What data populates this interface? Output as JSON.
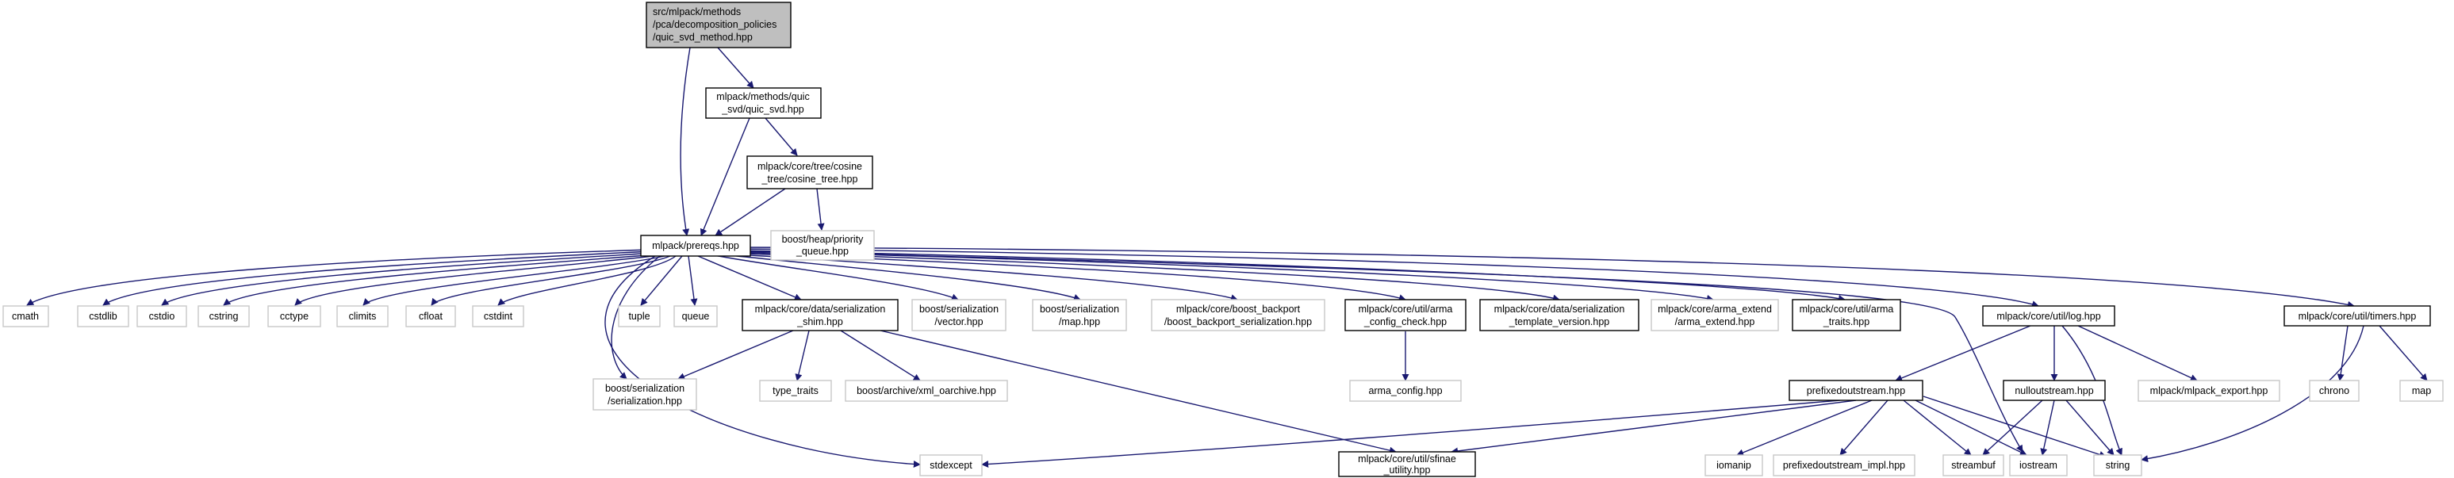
{
  "colors": {
    "edge": "#191970",
    "root_fill": "#bfbfbf",
    "local_border": "#000000",
    "system_border": "#c8c8c8"
  },
  "nodes": {
    "root": [
      "src/mlpack/methods",
      "/pca/decomposition_policies",
      "/quic_svd_method.hpp"
    ],
    "quic_svd": [
      "mlpack/methods/quic",
      "_svd/quic_svd.hpp"
    ],
    "cosine_tree": [
      "mlpack/core/tree/cosine",
      "_tree/cosine_tree.hpp"
    ],
    "priority_queue": [
      "boost/heap/priority",
      "_queue.hpp"
    ],
    "prereqs": [
      "mlpack/prereqs.hpp"
    ],
    "cmath": [
      "cmath"
    ],
    "cstdlib": [
      "cstdlib"
    ],
    "cstdio": [
      "cstdio"
    ],
    "cstring": [
      "cstring"
    ],
    "cctype": [
      "cctype"
    ],
    "climits": [
      "climits"
    ],
    "cfloat": [
      "cfloat"
    ],
    "cstdint": [
      "cstdint"
    ],
    "tuple": [
      "tuple"
    ],
    "queue": [
      "queue"
    ],
    "serialization_shim": [
      "mlpack/core/data/serialization",
      "_shim.hpp"
    ],
    "boost_vector": [
      "boost/serialization",
      "/vector.hpp"
    ],
    "boost_map": [
      "boost/serialization",
      "/map.hpp"
    ],
    "boost_backport": [
      "mlpack/core/boost_backport",
      "/boost_backport_serialization.hpp"
    ],
    "arma_config_check": [
      "mlpack/core/util/arma",
      "_config_check.hpp"
    ],
    "serialization_template": [
      "mlpack/core/data/serialization",
      "_template_version.hpp"
    ],
    "arma_extend": [
      "mlpack/core/arma_extend",
      "/arma_extend.hpp"
    ],
    "arma_traits": [
      "mlpack/core/util/arma",
      "_traits.hpp"
    ],
    "log": [
      "mlpack/core/util/log.hpp"
    ],
    "timers": [
      "mlpack/core/util/timers.hpp"
    ],
    "boost_serialization": [
      "boost/serialization",
      "/serialization.hpp"
    ],
    "type_traits": [
      "type_traits"
    ],
    "xml_oarchive": [
      "boost/archive/xml_oarchive.hpp"
    ],
    "arma_config": [
      "arma_config.hpp"
    ],
    "prefixedoutstream": [
      "prefixedoutstream.hpp"
    ],
    "nulloutstream": [
      "nulloutstream.hpp"
    ],
    "mlpack_export": [
      "mlpack/mlpack_export.hpp"
    ],
    "chrono": [
      "chrono"
    ],
    "map": [
      "map"
    ],
    "stdexcept": [
      "stdexcept"
    ],
    "sfinae": [
      "mlpack/core/util/sfinae",
      "_utility.hpp"
    ],
    "iomanip": [
      "iomanip"
    ],
    "prefixedoutstream_impl": [
      "prefixedoutstream_impl.hpp"
    ],
    "streambuf": [
      "streambuf"
    ],
    "iostream": [
      "iostream"
    ],
    "string": [
      "string"
    ]
  }
}
